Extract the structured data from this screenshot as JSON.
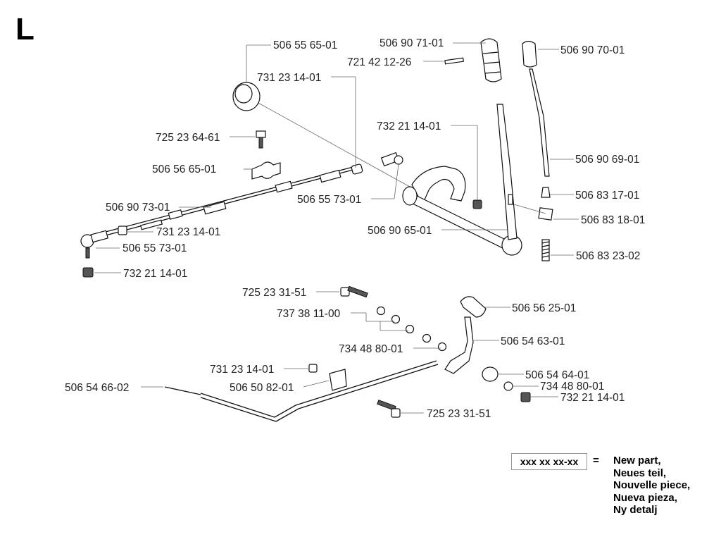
{
  "section_letter": "L",
  "legend": {
    "box_text": "xxx xx xx-xx",
    "equals": "=",
    "lines": [
      "New part,",
      "Neues teil,",
      "Nouvelle piece,",
      "Nueva pieza,",
      "Ny detalj"
    ]
  },
  "labels": [
    "506 55 65-01",
    "506 90 71-01",
    "506 90 70-01",
    "721 42 12-26",
    "731 23 14-01",
    "725 23 64-61",
    "732 21 14-01",
    "506 56 65-01",
    "506 90 69-01",
    "506 83 17-01",
    "506 55 73-01",
    "506 90 73-01",
    "506 83 18-01",
    "731 23 14-01",
    "506 90 65-01",
    "506 55 73-01",
    "506 83 23-02",
    "732 21 14-01",
    "725 23 31-51",
    "506 56 25-01",
    "737 38 11-00",
    "734 48 80-01",
    "506 54 63-01",
    "731 23 14-01",
    "506 54 64-01",
    "506 54 66-02",
    "506 50 82-01",
    "734 48 80-01",
    "732 21 14-01",
    "725 23 31-51"
  ]
}
